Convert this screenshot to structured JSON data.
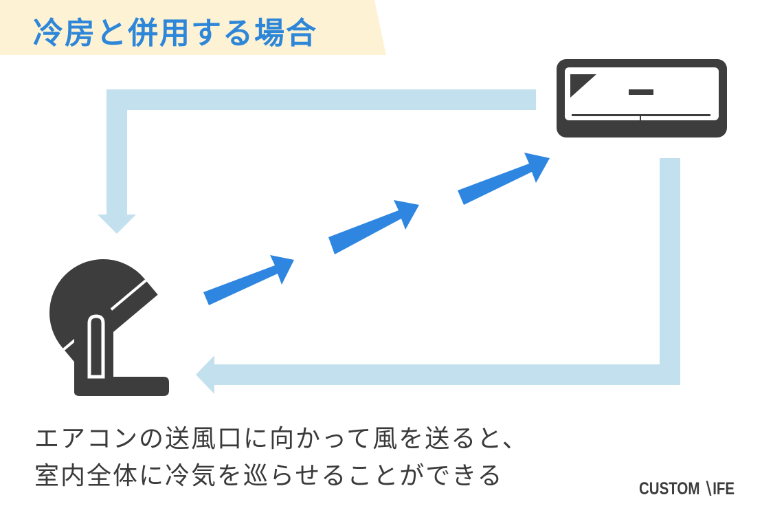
{
  "title": "冷房と併用する場合",
  "caption": {
    "line1": "エアコンの送風口に向かって風を送ると、",
    "line2": "室内全体に冷気を巡らせることができる"
  },
  "logo": "CUSTOM ∖IFE",
  "colors": {
    "title_band": "#fdf3d4",
    "title_text": "#2e86d9",
    "return_airflow": "#c2e0ee",
    "fan_airflow": "#2e86e0",
    "appliance": "#3d3d3d",
    "caption_text": "#3a3a3a"
  },
  "icons": {
    "air_conditioner": "air-conditioner-icon",
    "circulator_fan": "circulator-fan-icon"
  }
}
